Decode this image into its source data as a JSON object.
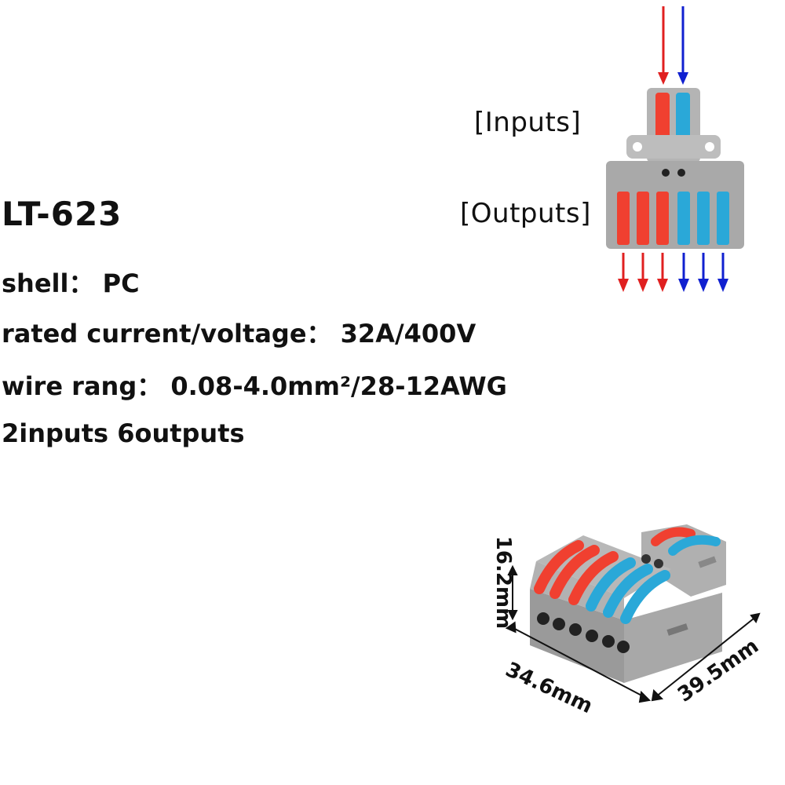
{
  "specs": {
    "model": "LT-623",
    "shell": "shell： PC",
    "rated": "rated current/voltage： 32A/400V",
    "wire": "wire rang： 0.08-4.0mm²/28-12AWG",
    "io": "2inputs 6outputs"
  },
  "diagram": {
    "inputs_label": "[Inputs]",
    "outputs_label": "[Outputs]"
  },
  "dimensions": {
    "height": "16.2mm",
    "width": "34.6mm",
    "depth": "39.5mm"
  },
  "colors": {
    "red": "#f04030",
    "blue": "#2aa8d8",
    "arrow_red": "#e02020",
    "arrow_blue": "#1020d0",
    "body_grey": "#a9a9a9"
  }
}
